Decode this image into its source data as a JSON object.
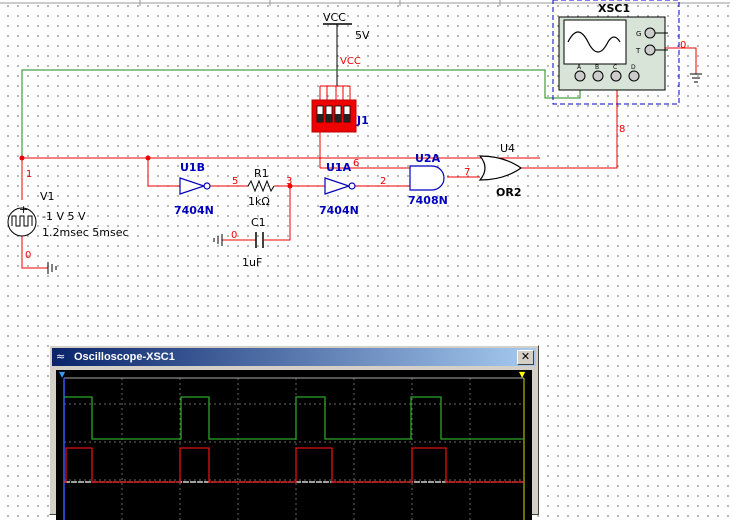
{
  "schematic": {
    "vcc_symbol_label": "VCC",
    "vcc_value": "5V",
    "vcc_net_label": "VCC",
    "switch": {
      "ref": "J1"
    },
    "source": {
      "ref": "V1",
      "line1": "-1 V 5 V",
      "line2": "1.2msec 5msec"
    },
    "inverter_b": {
      "ref": "U1B",
      "part": "7404N"
    },
    "inverter_a": {
      "ref": "U1A",
      "part": "7404N"
    },
    "and_gate": {
      "ref": "U2A",
      "part": "7408N"
    },
    "or_gate": {
      "ref": "U4",
      "part": "OR2"
    },
    "resistor": {
      "ref": "R1",
      "value": "1kΩ"
    },
    "capacitor": {
      "ref": "C1",
      "value": "1uF"
    },
    "scope": {
      "ref": "XSC1",
      "channels": [
        "A",
        "B",
        "C",
        "D"
      ],
      "terminals": [
        "G",
        "T"
      ]
    },
    "nets": {
      "n1": "1",
      "n5": "5",
      "n3": "3",
      "n2": "2",
      "n6": "6",
      "n7": "7",
      "n8": "8",
      "n0_left": "0",
      "n0_cap": "0",
      "n0_scope": "0"
    }
  },
  "scope_window": {
    "title": "Oscilloscope-XSC1",
    "close_label": "✕",
    "trigger_left_marker": "▼",
    "trigger_right_marker": "▼"
  },
  "colors": {
    "wire_red": "#ee0000",
    "wire_green": "#1a8a1a",
    "part_blue": "#0000bb",
    "trace_green": "#2aa52a",
    "trace_red": "#e01010",
    "titlebar": "#0a246a"
  }
}
